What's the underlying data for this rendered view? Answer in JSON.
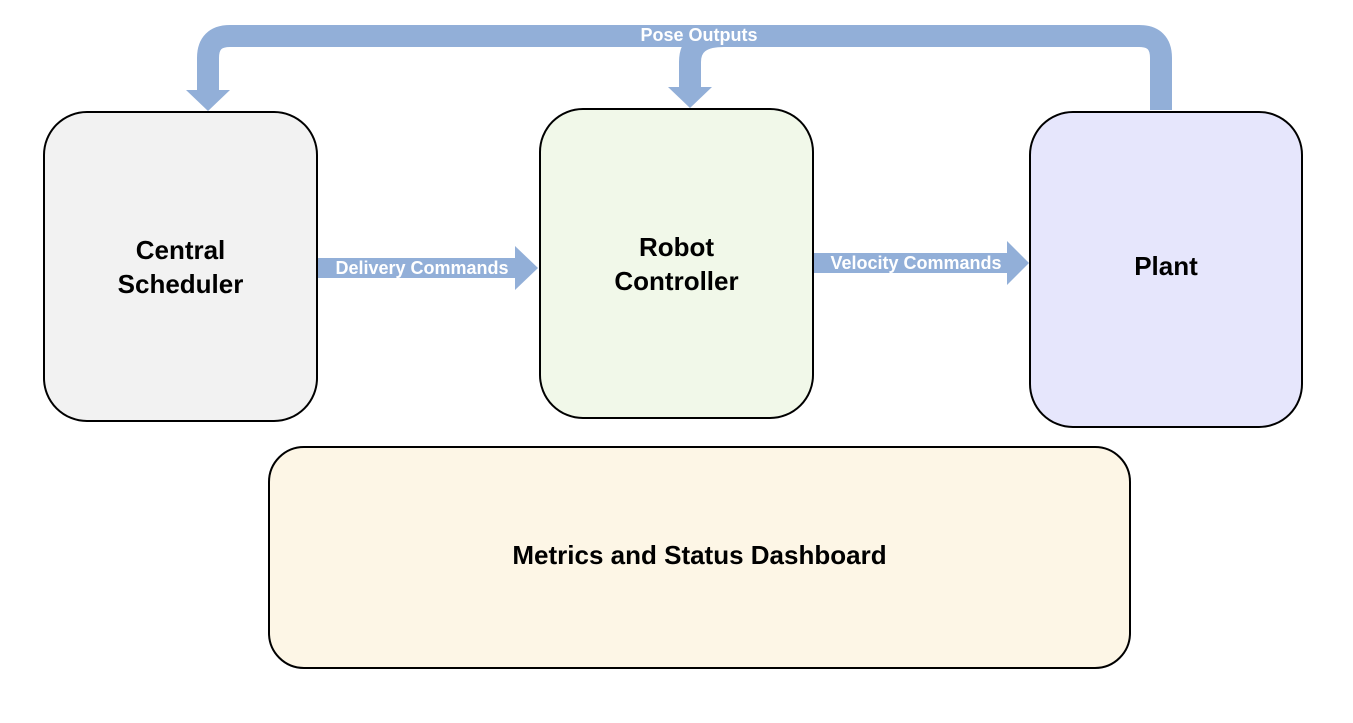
{
  "nodes": {
    "scheduler": {
      "label": "Central\nScheduler",
      "fill": "#f2f2f2"
    },
    "controller": {
      "label": "Robot\nController",
      "fill": "#f1f8e9"
    },
    "plant": {
      "label": "Plant",
      "fill": "#e6e6fc"
    },
    "dashboard": {
      "label": "Metrics and Status Dashboard",
      "fill": "#fdf6e6"
    }
  },
  "edges": {
    "delivery": {
      "label": "Delivery Commands"
    },
    "velocity": {
      "label": "Velocity Commands"
    },
    "pose": {
      "label": "Pose Outputs"
    }
  },
  "colors": {
    "arrow": "#92afd8",
    "border": "#000000",
    "edge_text": "#ffffff"
  }
}
